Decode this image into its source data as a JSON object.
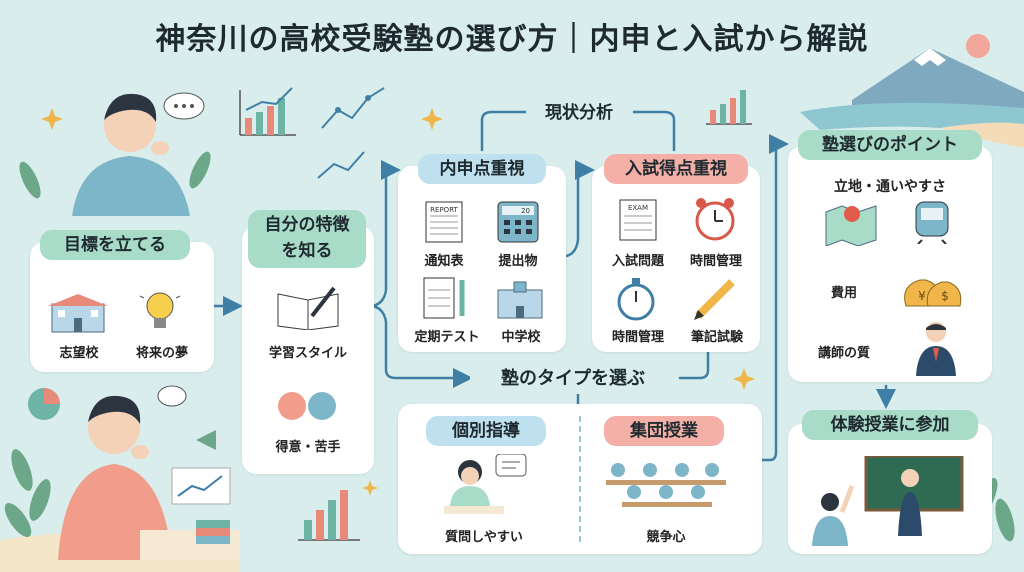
{
  "title": "神奈川の高校受験塾の選び方｜内申と入試から解説",
  "goal": {
    "heading": "目標を立てる",
    "items": [
      "志望校",
      "将来の夢"
    ]
  },
  "self": {
    "heading": "自分の特徴を知る",
    "items": [
      "学習スタイル",
      "得意・苦手"
    ]
  },
  "analysis": {
    "heading": "現状分析"
  },
  "naishin": {
    "heading": "内申点重視",
    "items": [
      "通知表",
      "提出物",
      "定期テスト",
      "中学校"
    ],
    "report_text": "REPORT",
    "calc_text": "20"
  },
  "exam": {
    "heading": "入試得点重視",
    "items": [
      "入試問題",
      "時間管理",
      "時間管理",
      "筆記試験"
    ],
    "exam_text": "EXAM"
  },
  "juku_type": {
    "heading": "塾のタイプを選ぶ",
    "individual": {
      "heading": "個別指導",
      "caption": "質問しやすい"
    },
    "group": {
      "heading": "集団授業",
      "caption": "競争心"
    }
  },
  "points": {
    "heading": "塾選びのポイント",
    "items": [
      "立地・通いやすさ",
      "費用",
      "講師の質"
    ]
  },
  "trial": {
    "heading": "体験授業に参加"
  },
  "colors": {
    "background": "#d9eeec",
    "green": "#a9dcc8",
    "blue": "#bfe0ee",
    "red": "#f4b0a6",
    "arrow": "#3f7fa5"
  }
}
